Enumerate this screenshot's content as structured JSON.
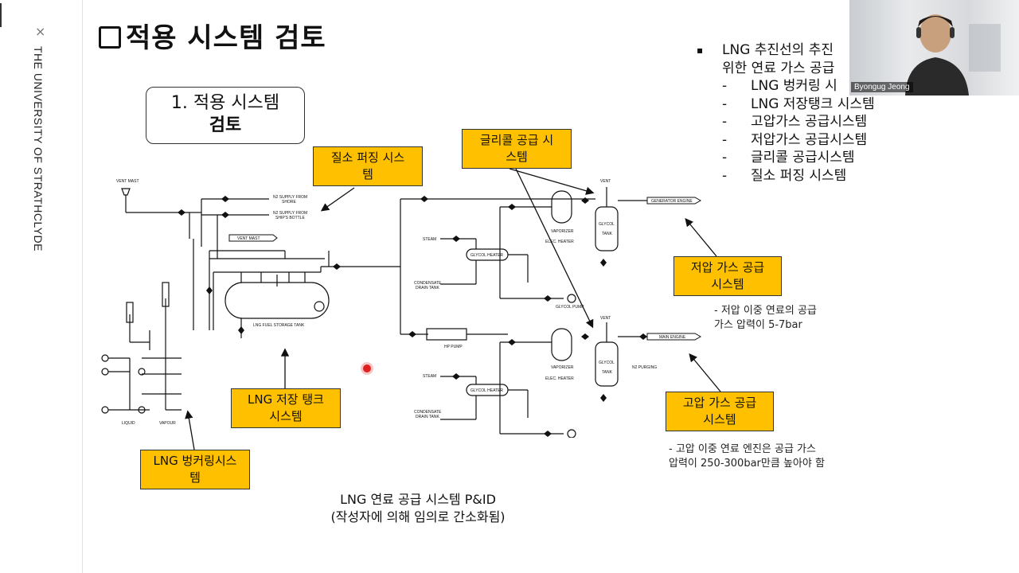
{
  "sidebar": {
    "close_glyph": "×",
    "university": "THE UNIVERSITY OF STRATHCLYDE"
  },
  "slide": {
    "title": "적용 시스템 검토",
    "section_box": {
      "line1": "1. 적용 시스템",
      "line2": "검토"
    },
    "callouts": {
      "nitrogen": "질소 퍼징 시스\n템",
      "glycol": "글리콜 공급 시\n스템",
      "storage": "LNG 저장 탱크\n시스템",
      "bunkering": "LNG 벙커링시스\n템",
      "low_pressure": "저압 가스 공급\n시스템",
      "high_pressure": "고압 가스 공급\n시스템"
    },
    "bullets": {
      "main_line1": "LNG 추진선의 추진",
      "main_line2": "위한 연료 가스 공급",
      "items": [
        "LNG 벙커링 시",
        "LNG 저장탱크 시스템",
        "고압가스 공급시스템",
        "저압가스 공급시스템",
        "글리콜 공급시스템",
        "질소 퍼징 시스템"
      ]
    },
    "notes": {
      "low_pressure_1": "- 저압 이중 연료의 공급",
      "low_pressure_2": "가스 압력이 5-7bar",
      "high_pressure_1": "- 고압 이중 연료 엔진은 공급 가스",
      "high_pressure_2": "압력이 250-300bar만큼 높아야 함"
    },
    "caption": {
      "line1": "LNG 연료 공급 시스템 P&ID",
      "line2": "(작성자에 의해 임의로 간소화됨)"
    }
  },
  "diagram": {
    "labels": {
      "vent_mast_top": "VENT MAST",
      "n2_shore": "N2 SUPPLY FROM",
      "n2_shore2": "SHORE",
      "n2_bottle": "N2 SUPPLY FROM",
      "n2_bottle2": "SHIP'S BOTTLE",
      "vent_mast_mid": "VENT MAST",
      "storage_tank": "LNG FUEL STORAGE TANK",
      "liquid": "LIQUID",
      "vapour": "VAPOUR",
      "steam": "STEAM",
      "condensate": "CONDENSATE",
      "drain_tank": "DRAIN TANK",
      "glycol_heater": "GLYCOL HEATER",
      "vaporizer": "VAPORIZER",
      "elec_heater": "ELEC. HEATER",
      "glycol_tank": "GLYCOL",
      "glycol_tank2": "TANK",
      "glycol_pump": "GLYCOL PUMP",
      "vent": "VENT",
      "generator_engine": "GENERATOR ENGINE",
      "main_engine": "MAIN ENGINE",
      "hp_pump": "HP PUMP",
      "n2_purging": "N2 PURGING"
    }
  },
  "webcam": {
    "name": "Byongug Jeong"
  },
  "colors": {
    "callout": "#ffc000",
    "cursor": "#e02020"
  }
}
